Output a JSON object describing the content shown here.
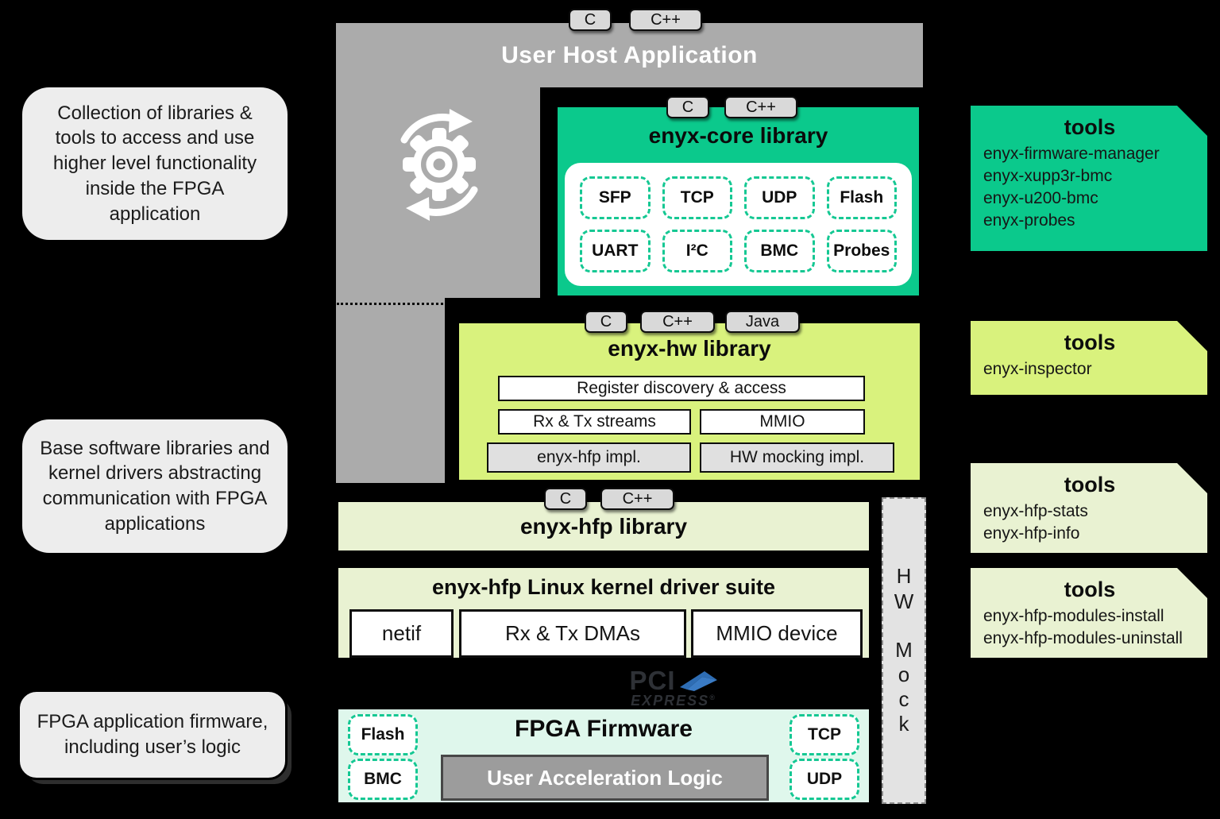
{
  "callouts": [
    {
      "text": "Collection of libraries & tools to access and use higher level functionality inside the FPGA application"
    },
    {
      "text": "Base software libraries and kernel drivers abstracting communication with FPGA applications"
    },
    {
      "text": "FPGA application firmware, including user’s logic"
    }
  ],
  "user_host": {
    "title": "User Host Application",
    "tags": [
      "C",
      "C++"
    ]
  },
  "core_library": {
    "title": "enyx-core library",
    "tags": [
      "C",
      "C++"
    ],
    "chips": [
      "SFP",
      "TCP",
      "UDP",
      "Flash",
      "UART",
      "I²C",
      "BMC",
      "Probes"
    ]
  },
  "hw_library": {
    "title": "enyx-hw library",
    "tags": [
      "C",
      "C++",
      "Java"
    ],
    "register": "Register discovery & access",
    "rx_tx": "Rx & Tx streams",
    "mmio": "MMIO",
    "hfp_impl": "enyx-hfp impl.",
    "hw_mock_impl": "HW mocking impl."
  },
  "hfp_library": {
    "title": "enyx-hfp library",
    "tags": [
      "C",
      "C++"
    ]
  },
  "kernel_suite": {
    "title": "enyx-hfp Linux kernel driver suite",
    "modules": [
      "netif",
      "Rx & Tx DMAs",
      "MMIO device"
    ]
  },
  "pci_logo": {
    "top": "PCI",
    "bottom": "EXPRESS",
    "registered": "®"
  },
  "fpga_firmware": {
    "title": "FPGA Firmware",
    "left_chips": [
      "Flash",
      "BMC"
    ],
    "right_chips": [
      "TCP",
      "UDP"
    ],
    "user_logic": "User Acceleration Logic"
  },
  "hw_mock": {
    "letters": [
      "H",
      "W",
      "M",
      "o",
      "c",
      "k"
    ]
  },
  "tools_boxes": [
    {
      "title": "tools",
      "items": [
        "enyx-firmware-manager",
        "enyx-xupp3r-bmc",
        "enyx-u200-bmc",
        "enyx-probes"
      ]
    },
    {
      "title": "tools",
      "items": [
        "enyx-inspector"
      ]
    },
    {
      "title": "tools",
      "items": [
        "enyx-hfp-stats",
        "enyx-hfp-info"
      ]
    },
    {
      "title": "tools",
      "items": [
        "enyx-hfp-modules-install",
        "enyx-hfp-modules-uninstall"
      ]
    }
  ],
  "colors": {
    "background": "#000000",
    "brand_green": "#0BC98C",
    "lime_green": "#D9F27D",
    "pale_green": "#E9F2D2",
    "mint_green": "#DFF7EC",
    "gray_bar": "#ABABAB",
    "chip_dash_green": "#15C893",
    "pci_blue": "#2E6DB4"
  }
}
